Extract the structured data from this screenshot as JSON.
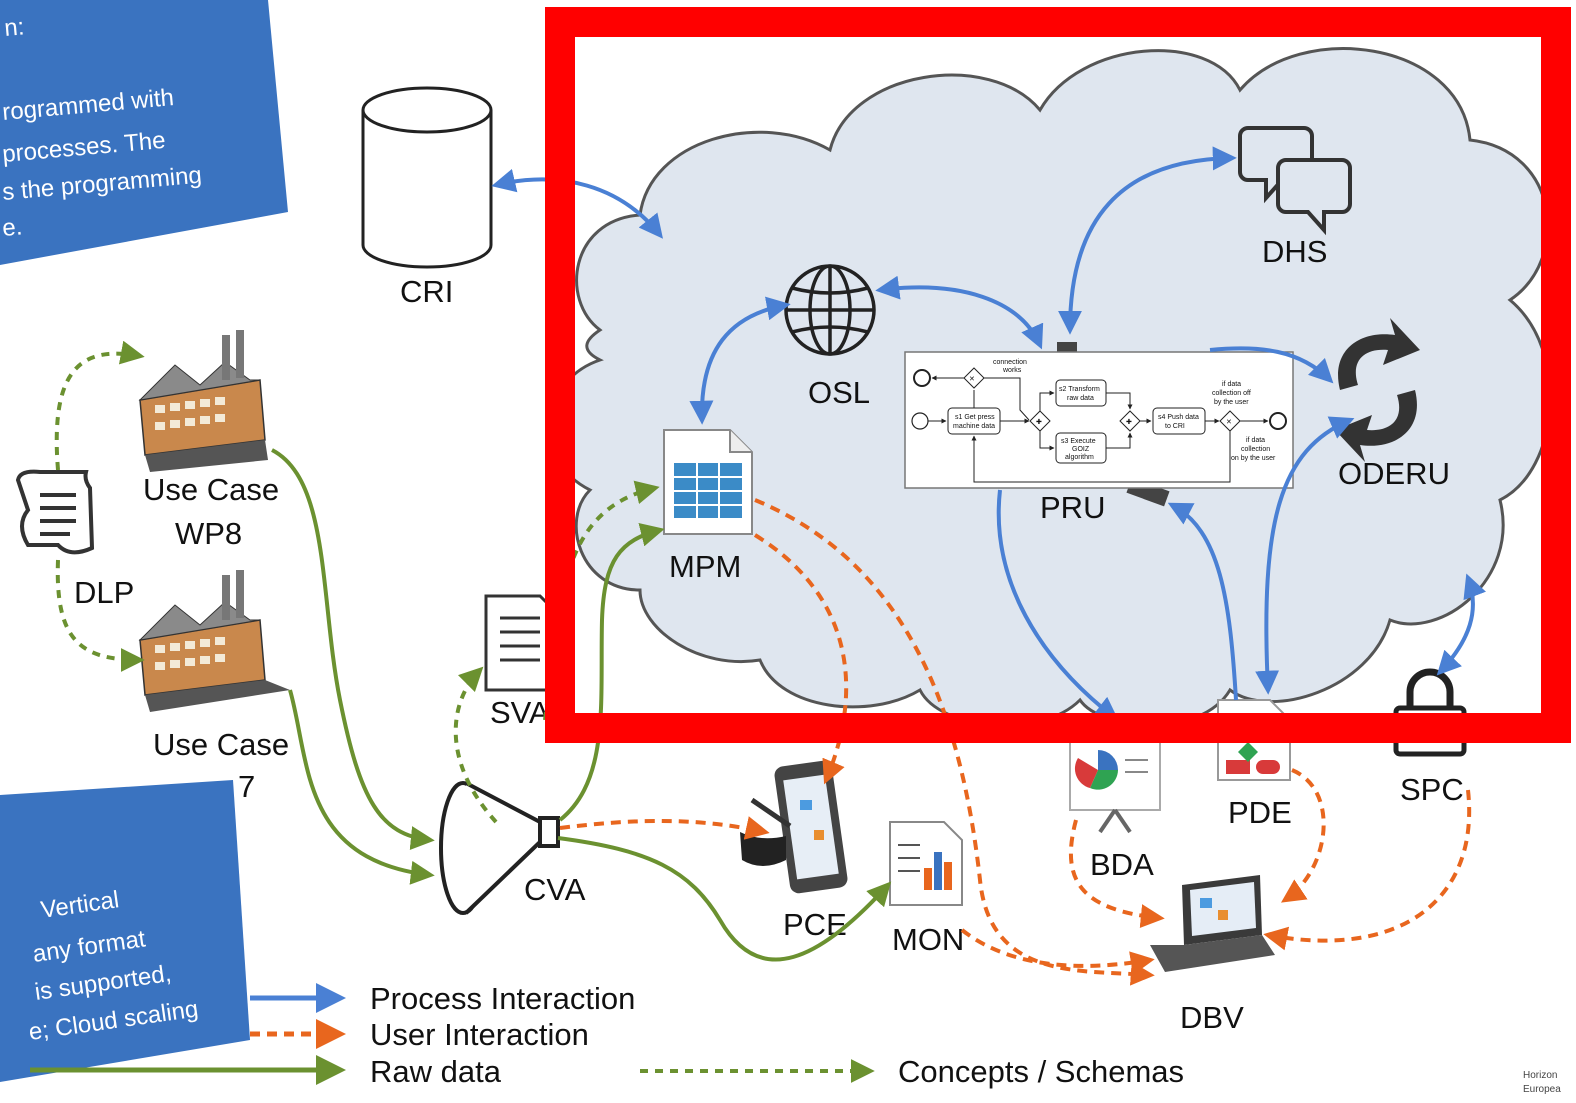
{
  "callout_top": {
    "lines": [
      "n:",
      "rogrammed with",
      "processes. The",
      "s the programming",
      "e."
    ]
  },
  "callout_bottom": {
    "lines": [
      "Vertical",
      "any format",
      "is supported,",
      "e; Cloud scaling"
    ]
  },
  "nodes": {
    "cri": "CRI",
    "dhs": "DHS",
    "osl": "OSL",
    "oderu": "ODERU",
    "mpm": "MPM",
    "pru": "PRU",
    "uc_wp8_line1": "Use Case",
    "uc_wp8_line2": "WP8",
    "dlp": "DLP",
    "uc_wp7_line1": "Use Case",
    "uc_wp7_line2": "7",
    "sva": "SVA",
    "cva": "CVA",
    "pce": "PCE",
    "mon": "MON",
    "bda": "BDA",
    "pde": "PDE",
    "spc": "SPC",
    "dbv": "DBV"
  },
  "bpmn": {
    "connection_works": [
      "connection",
      "works"
    ],
    "s1": [
      "s1 Get press",
      "machine data"
    ],
    "s2": [
      "s2 Transform",
      "raw data"
    ],
    "s3": [
      "s3 Execute",
      "GOIZ",
      "algorithm"
    ],
    "s4": [
      "s4 Push data",
      "to CRI"
    ],
    "off": [
      "if data",
      "collection off",
      "by the user"
    ],
    "on": [
      "if data",
      "collection",
      "on by the user"
    ]
  },
  "legend": {
    "process": "Process Interaction",
    "user": "User Interaction",
    "raw": "Raw data",
    "concepts": "Concepts / Schemas"
  },
  "footer": [
    "Horizon",
    "Europea"
  ],
  "colors": {
    "process": "#4a80d4",
    "user": "#e8661e",
    "raw": "#6b9130",
    "concepts": "#6b9130",
    "highlight": "#ff0000",
    "callout": "#3a73c0",
    "cloud": "#dfe6ef"
  }
}
